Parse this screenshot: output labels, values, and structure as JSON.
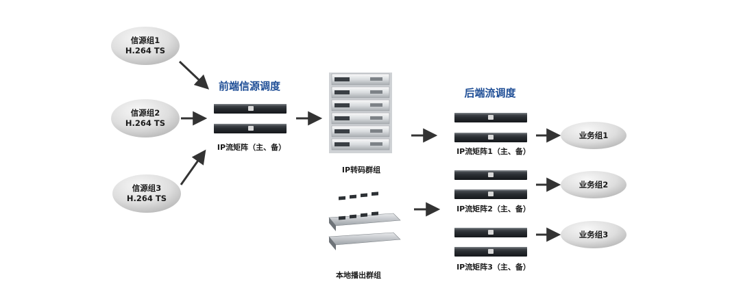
{
  "colors": {
    "heading": "#1f4e96",
    "text": "#1a1a1a",
    "arrow": "#333333",
    "ellipse_light": "#f4f4f4",
    "ellipse_dark": "#bdbdbd",
    "server_body": "#222629",
    "server_face": "#3a3f44"
  },
  "sources": [
    {
      "name": "信源组1",
      "format": "H.264 TS"
    },
    {
      "name": "信源组2",
      "format": "H.264 TS"
    },
    {
      "name": "信源组3",
      "format": "H.264 TS"
    }
  ],
  "front_end": {
    "heading": "前端信源调度",
    "caption": "IP流矩阵（主、备）"
  },
  "transcode": {
    "caption": "IP转码群组"
  },
  "playout": {
    "caption": "本地播出群组"
  },
  "back_end": {
    "heading": "后端流调度",
    "matrices": [
      {
        "caption": "IP流矩阵1（主、备）"
      },
      {
        "caption": "IP流矩阵2（主、备）"
      },
      {
        "caption": "IP流矩阵3（主、备）"
      }
    ]
  },
  "services": [
    {
      "name": "业务组1"
    },
    {
      "name": "业务组2"
    },
    {
      "name": "业务组3"
    }
  ]
}
